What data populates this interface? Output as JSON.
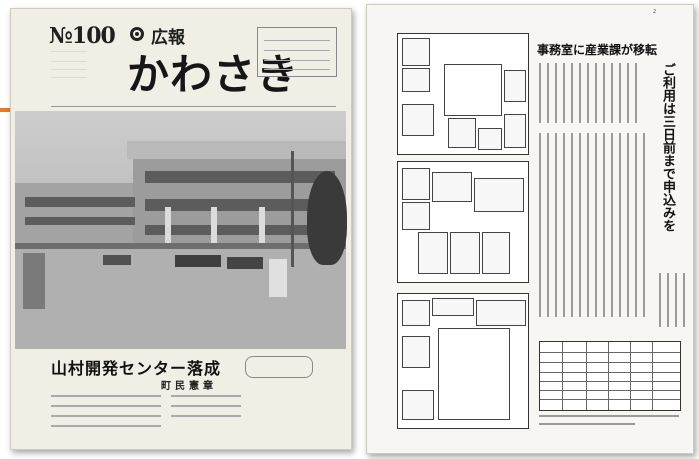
{
  "cover": {
    "number": "№100",
    "kouhou": "広報",
    "city_name": "かわさき",
    "headline": "山村開発センター落成",
    "charter": "町民憲章"
  },
  "inner": {
    "page_number": "2",
    "title": "事務室に産業課が移転",
    "vertical_subtitle": "ご利用は三日前まで申込みを",
    "subtitle_paren": "(山村開発センター)"
  },
  "colors": {
    "accent": "#e8782a"
  }
}
